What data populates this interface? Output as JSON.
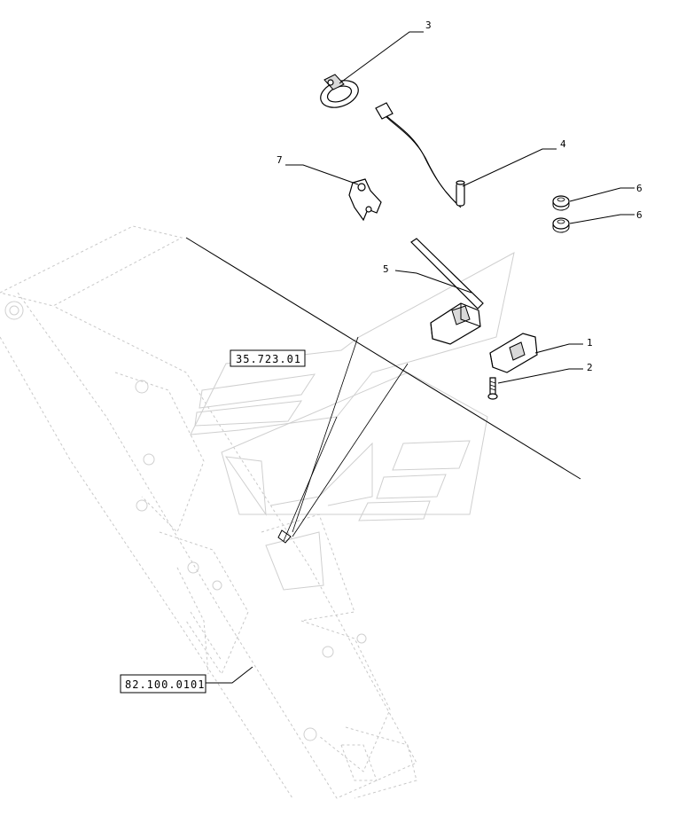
{
  "callouts": {
    "c1": "1",
    "c2": "2",
    "c3": "3",
    "c4": "4",
    "c5": "5",
    "c6a": "6",
    "c6b": "6",
    "c7": "7"
  },
  "references": {
    "cab_ref": "35.723.01",
    "loader_ref": "82.100.0101"
  }
}
